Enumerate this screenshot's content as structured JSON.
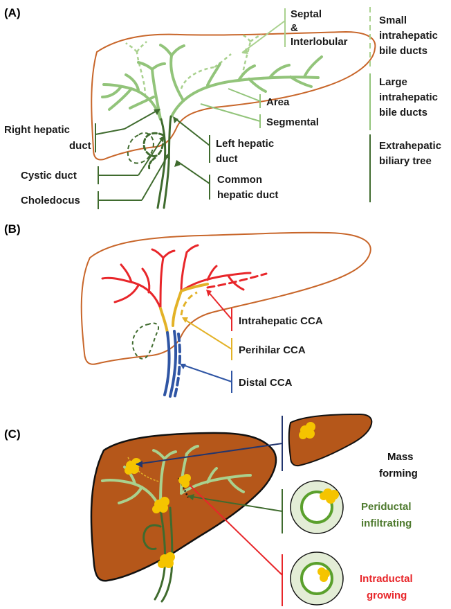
{
  "colors": {
    "liver_outline": "#c8662a",
    "small_ducts": "#a9d18e",
    "large_ducts": "#92c47a",
    "extrahepatic": "#3f6b2e",
    "intrahepatic_cca": "#e8262a",
    "perihilar_cca": "#e3b227",
    "distal_cca": "#2f55a4",
    "liver_fill": "#b5571a",
    "tumor": "#f5c400",
    "mass_bracket": "#22356e",
    "periductal_text": "#4e7a2e",
    "intraductal_text": "#e8262a"
  },
  "panel_a": {
    "letter": "(A)",
    "septal_1": "Septal",
    "septal_2": "&",
    "septal_3": "Interlobular",
    "area": "Area",
    "segmental": "Segmental",
    "right_hepatic_1": "Right hepatic",
    "right_hepatic_2": "duct",
    "left_hepatic_1": "Left hepatic",
    "left_hepatic_2": "duct",
    "cystic": "Cystic duct",
    "common_hepatic_1": "Common",
    "common_hepatic_2": "hepatic duct",
    "choledocus": "Choledocus",
    "small_1": "Small",
    "small_2": "intrahepatic",
    "small_3": "bile ducts",
    "large_1": "Large",
    "large_2": "intrahepatic",
    "large_3": "bile ducts",
    "extra_1": "Extrahepatic",
    "extra_2": "biliary tree"
  },
  "panel_b": {
    "letter": "(B)",
    "intrahepatic": "Intrahepatic CCA",
    "perihilar": "Perihilar CCA",
    "distal": "Distal CCA"
  },
  "panel_c": {
    "letter": "(C)",
    "mass_1": "Mass",
    "mass_2": "forming",
    "periductal_1": "Periductal",
    "periductal_2": "infiltrating",
    "intraductal_1": "Intraductal",
    "intraductal_2": "growing"
  }
}
